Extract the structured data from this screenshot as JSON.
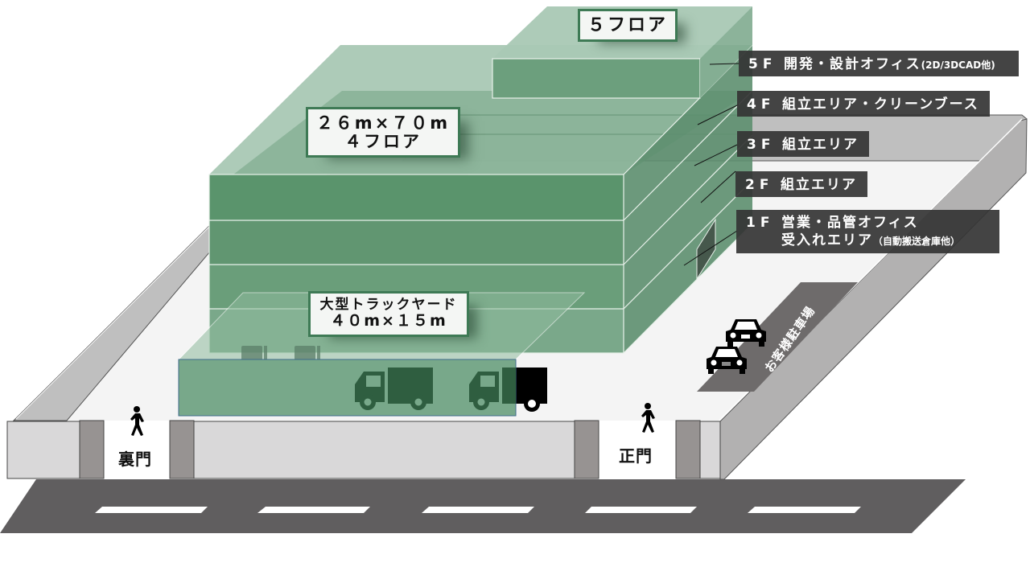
{
  "colors": {
    "building_face": "#5e9a73",
    "building_top": "#a9c8b4",
    "wall_light": "#d9d8d9",
    "wall_top": "#bfbfbf",
    "pillar": "#979392",
    "road": "#605e5f",
    "ground": "#f4f4f4",
    "label_border": "#3e7a55",
    "tag_bg": "#343434",
    "parking": "#6e6b6b"
  },
  "building": {
    "top_label": "５フロア",
    "main_label_line1": "２６m×７０m",
    "main_label_line2": "４フロア"
  },
  "truck_yard": {
    "label_line1": "大型トラックヤード",
    "label_line2": "４０m×１５m"
  },
  "floors": [
    {
      "num": "5F",
      "text": "開発・設計オフィス",
      "note": "(2D/3DCAD他)"
    },
    {
      "num": "4F",
      "text": "組立エリア・クリーンブース",
      "note": ""
    },
    {
      "num": "3F",
      "text": "組立エリア",
      "note": ""
    },
    {
      "num": "2F",
      "text": "組立エリア",
      "note": ""
    },
    {
      "num": "1F",
      "text": "営業・品管オフィス",
      "text2": "受入れエリア",
      "note": "（自動搬送倉庫他）"
    }
  ],
  "gates": {
    "back": "裏門",
    "front": "正門"
  },
  "parking": {
    "label": "お客様駐車場"
  },
  "icons": {
    "pedestrian": "walking-person-icon",
    "car": "car-icon",
    "truck": "truck-icon",
    "forklift": "forklift-icon"
  }
}
